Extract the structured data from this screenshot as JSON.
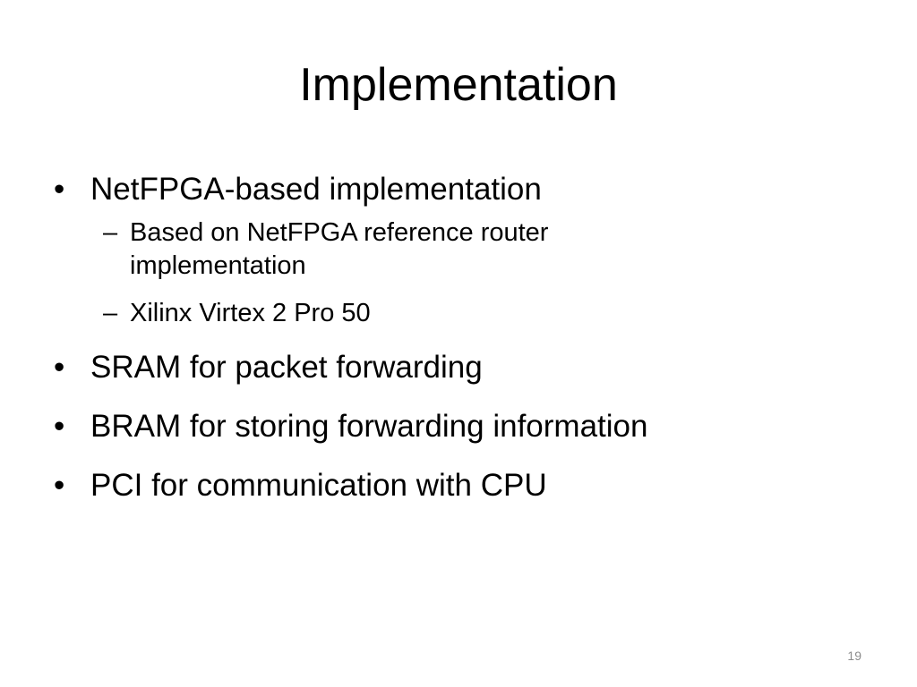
{
  "slide": {
    "title": "Implementation",
    "bullets": [
      {
        "bullet_glyph": "•",
        "text": "NetFPGA-based implementation",
        "sub_bullets": [
          {
            "dash_glyph": "–",
            "text": "Based on NetFPGA reference router implementation"
          },
          {
            "dash_glyph": "–",
            "text": "Xilinx Virtex 2 Pro 50"
          }
        ]
      },
      {
        "bullet_glyph": "•",
        "text": "SRAM for packet forwarding"
      },
      {
        "bullet_glyph": "•",
        "text": "BRAM for storing forwarding information"
      },
      {
        "bullet_glyph": "•",
        "text": "PCI for communication with CPU"
      }
    ],
    "page_number": "19"
  }
}
